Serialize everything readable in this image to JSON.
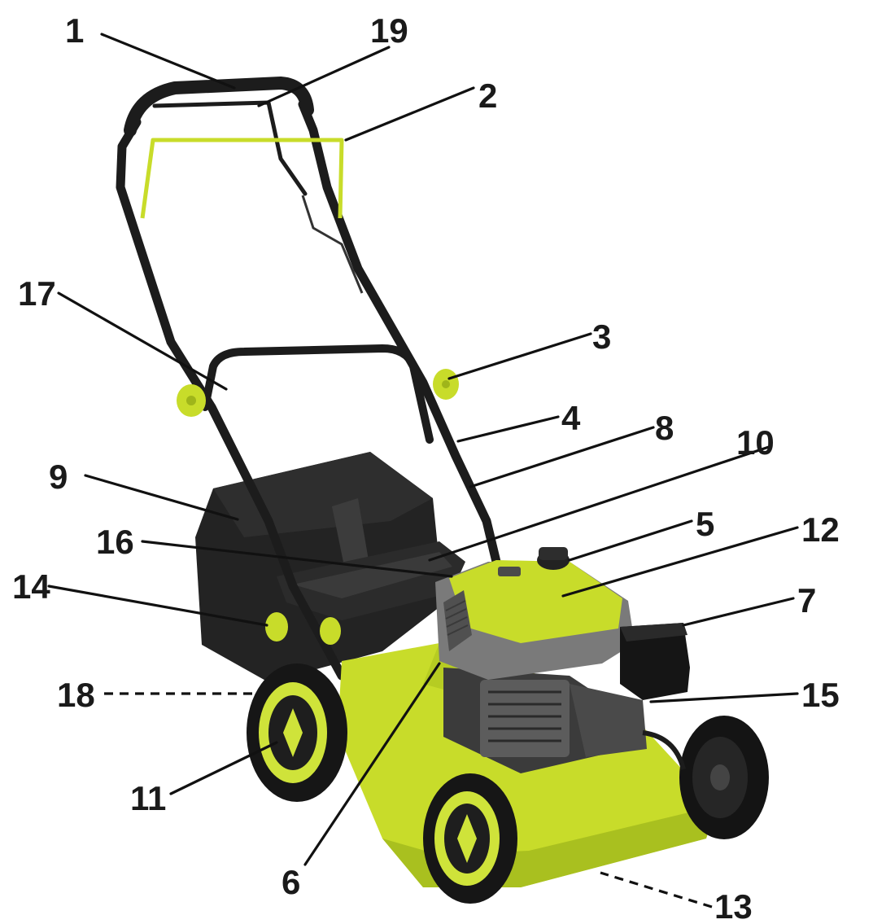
{
  "callouts": [
    {
      "id": "1",
      "label": "1",
      "style": "solid"
    },
    {
      "id": "19",
      "label": "19",
      "style": "solid"
    },
    {
      "id": "2",
      "label": "2",
      "style": "solid"
    },
    {
      "id": "17",
      "label": "17",
      "style": "solid"
    },
    {
      "id": "3",
      "label": "3",
      "style": "solid"
    },
    {
      "id": "4",
      "label": "4",
      "style": "solid"
    },
    {
      "id": "8",
      "label": "8",
      "style": "solid"
    },
    {
      "id": "10",
      "label": "10",
      "style": "solid"
    },
    {
      "id": "9",
      "label": "9",
      "style": "solid"
    },
    {
      "id": "5",
      "label": "5",
      "style": "solid"
    },
    {
      "id": "12",
      "label": "12",
      "style": "solid"
    },
    {
      "id": "16",
      "label": "16",
      "style": "solid"
    },
    {
      "id": "14",
      "label": "14",
      "style": "solid"
    },
    {
      "id": "7",
      "label": "7",
      "style": "solid"
    },
    {
      "id": "18",
      "label": "18",
      "style": "dashed"
    },
    {
      "id": "15",
      "label": "15",
      "style": "solid"
    },
    {
      "id": "11",
      "label": "11",
      "style": "solid"
    },
    {
      "id": "6",
      "label": "6",
      "style": "solid"
    },
    {
      "id": "13",
      "label": "13",
      "style": "dashed"
    }
  ],
  "colors": {
    "deck": "#c8dc2a",
    "deck_shade": "#9fb51a",
    "handle": "#1c1c1c",
    "bag": "#222222",
    "engine_grey": "#6e6e6e",
    "engine_dark": "#3a3a3a",
    "tire": "#161616",
    "rim": "#cfe33a",
    "leader": "#111111"
  },
  "icons": [
    "lawn-mower-illustration"
  ]
}
